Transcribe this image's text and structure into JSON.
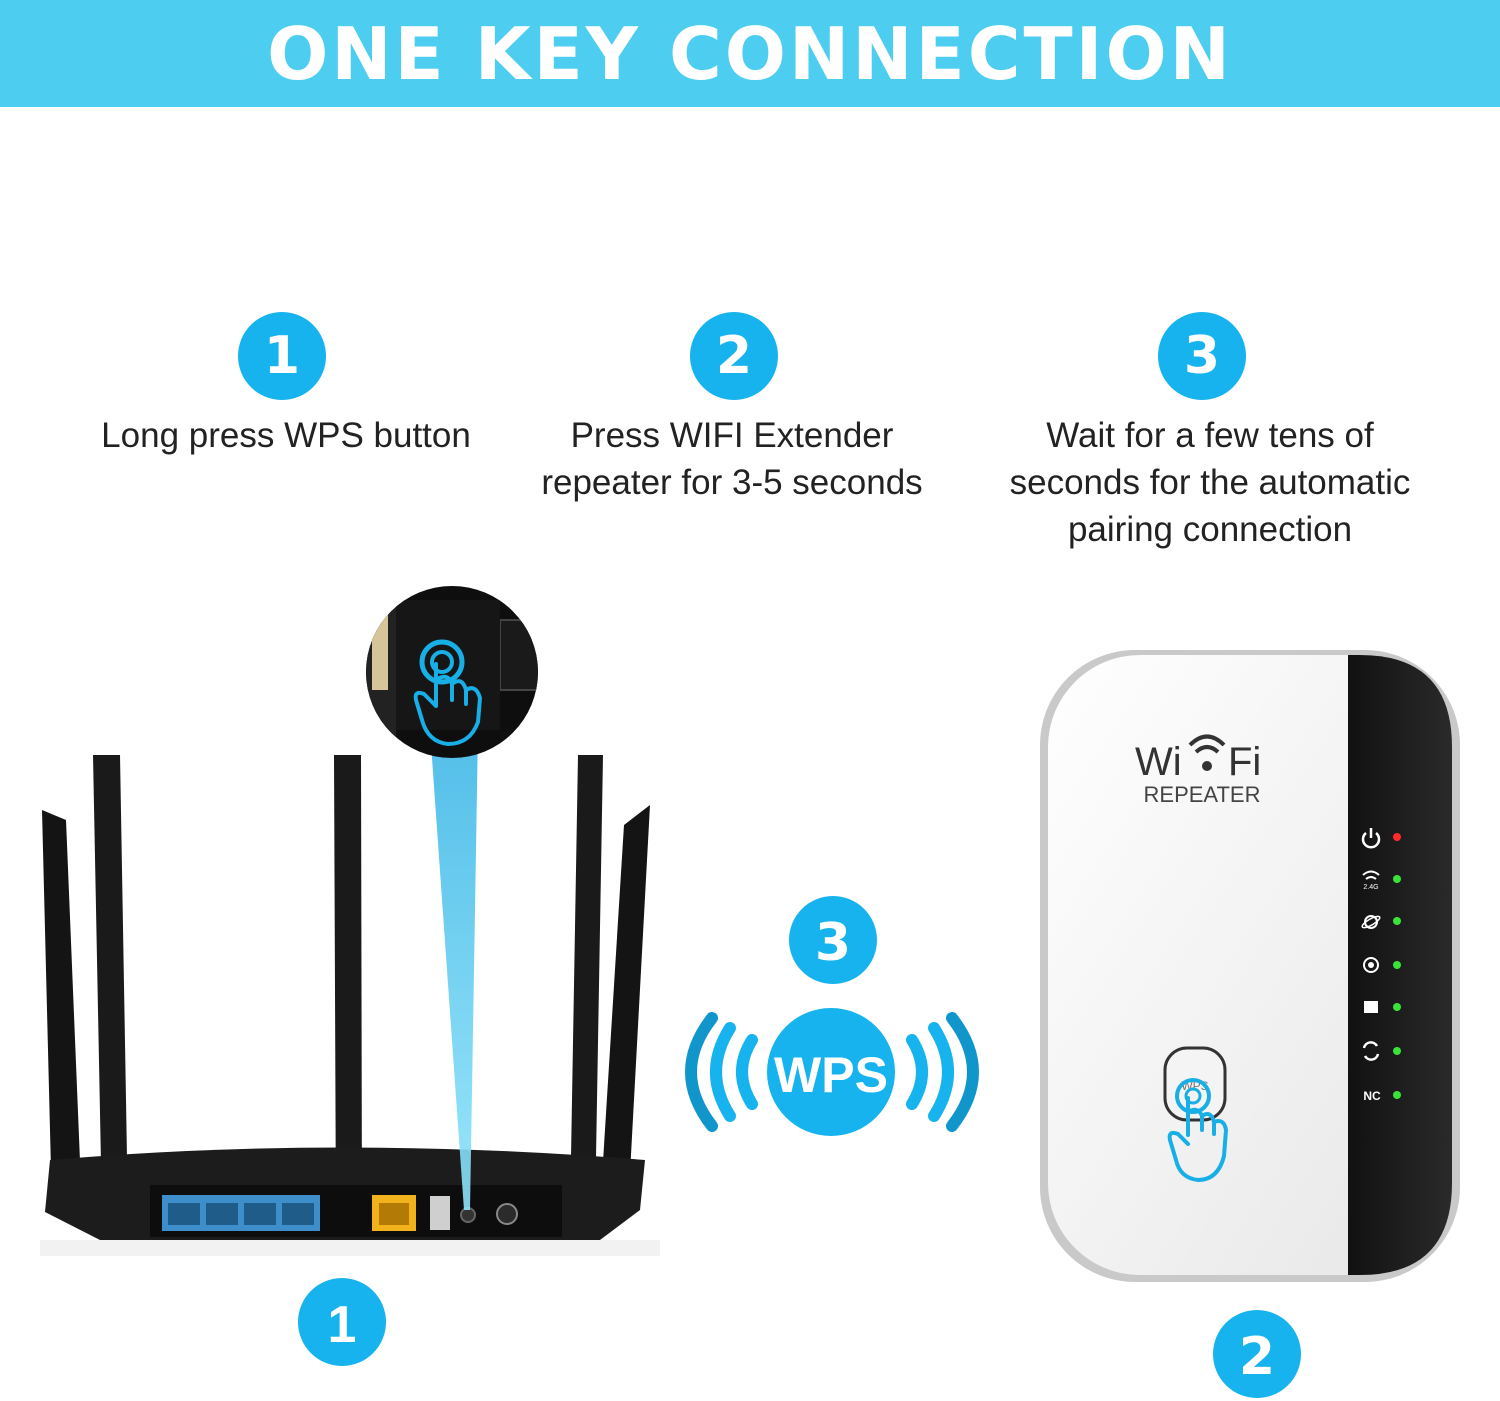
{
  "banner": {
    "title": "ONE KEY CONNECTION"
  },
  "steps": [
    {
      "number": "1",
      "text": "Long press WPS button"
    },
    {
      "number": "2",
      "text": "Press WIFI Extender repeater for 3-5 seconds"
    },
    {
      "number": "3",
      "text": "Wait for a few tens of seconds for the automatic pairing connection"
    }
  ],
  "wps": {
    "label": "WPS",
    "step_number": "3"
  },
  "router": {
    "step_number": "1"
  },
  "repeater": {
    "step_number": "2",
    "brand_left": "Wi",
    "brand_right": "Fi",
    "subtitle": "REPEATER",
    "indicator_24g": "2.4G",
    "indicator_nc": "NC",
    "button_label": "WPS"
  },
  "colors": {
    "accent": "#17b3ee",
    "banner": "#4dcef0",
    "beam": "#6fd6f5"
  }
}
